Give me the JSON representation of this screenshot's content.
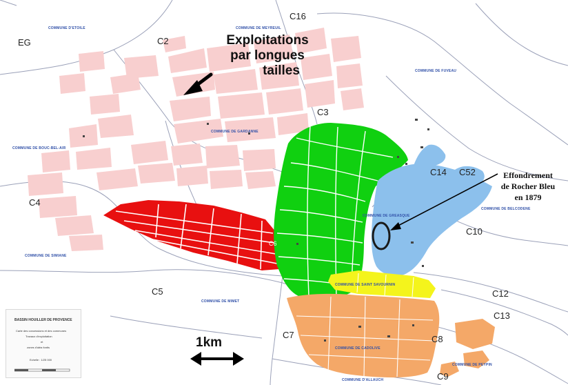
{
  "zone_labels": {
    "eg": "EG",
    "c2": "C2",
    "c16": "C16",
    "c3": "C3",
    "c4": "C4",
    "c5": "C5",
    "c6": "C6",
    "c7": "C7",
    "c8": "C8",
    "c9": "C9",
    "c10": "C10",
    "c12": "C12",
    "c13": "C13",
    "c14": "C14",
    "c52": "C52"
  },
  "annotations": {
    "longwall_line1": "Exploitations",
    "longwall_line2": "par longues",
    "longwall_line3": "tailles",
    "collapse_line1": "Effondrement",
    "collapse_line2": "de Rocher Bleu",
    "collapse_line3": "en 1879"
  },
  "scale_bar": {
    "label": "1km"
  },
  "commune_labels": {
    "etoile": "COMMUNE D'ETOILE",
    "mimet_top": "COMMUNE DE MEYREUIL",
    "fuveau": "COMMUNE DE FUVEAU",
    "gardanne": "COMMUNE DE GARDANNE",
    "bouc_bel_air": "COMMUNE DE BOUC-BEL-AIR",
    "simiane": "COMMUNE DE SIMIANE",
    "mimet": "COMMUNE DE MIMET",
    "greasque": "COMMUNE DE GREASQUE",
    "belcodene": "COMMUNE DE BELCODENE",
    "saint_savournin": "COMMUNE DE SAINT SAVOURNIN",
    "cadolive": "COMMUNE DE CADOLIVE",
    "peypin": "COMMUNE DE PEYPIN",
    "allauch": "COMMUNE D'ALLAUCH"
  },
  "legend": {
    "title": "BASSIN HOUILLER DE PROVENCE",
    "line1": "Carte des concessions et des communes",
    "line2": "Travaux d'exploitation",
    "line3": "et",
    "line4": "zones d'aléa fontis",
    "scale": "Echelle : 1/25 000"
  },
  "colors": {
    "longwall_works": "#f8cfcf",
    "red_zone": "#e81010",
    "green_zone": "#10d010",
    "blue_zone": "#8cc0ec",
    "yellow_zone": "#f4f41c",
    "orange_zone": "#f4a868",
    "commune_text": "#3050a8",
    "boundary_lines": "#9aa0b8"
  },
  "icons": {
    "arrow": "arrow-pointer-icon",
    "collapse_marker": "ellipse-marker-icon",
    "scale": "double-arrow-icon"
  }
}
